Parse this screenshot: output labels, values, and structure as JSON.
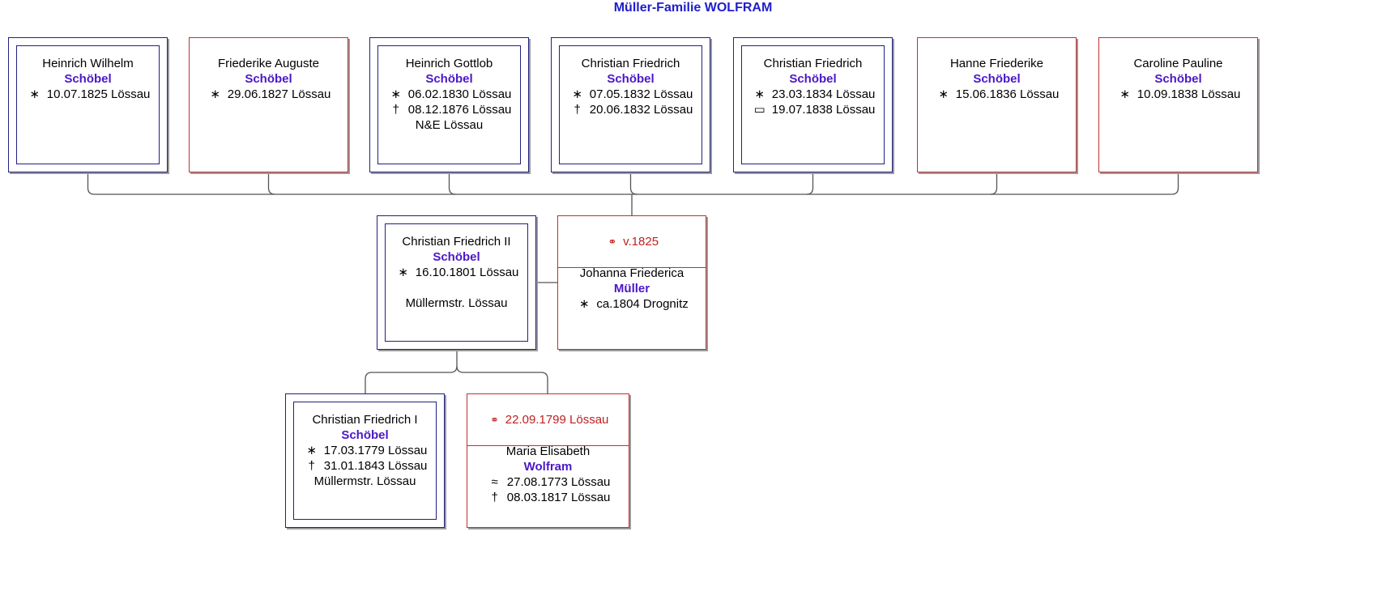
{
  "title": "Müller-Familie WOLFRAM",
  "symbols": {
    "birth": "∗",
    "death": "†",
    "baptism": "≈",
    "missing": "▭",
    "marriage": "⚭"
  },
  "children": [
    {
      "given": "Heinrich Wilhelm",
      "surname": "Schöbel",
      "sex": "male",
      "lines": [
        {
          "sym": "∗",
          "text": "10.07.1825 Lössau"
        }
      ]
    },
    {
      "given": "Friederike Auguste",
      "surname": "Schöbel",
      "sex": "female",
      "lines": [
        {
          "sym": "∗",
          "text": "29.06.1827 Lössau"
        }
      ]
    },
    {
      "given": "Heinrich Gottlob",
      "surname": "Schöbel",
      "sex": "male",
      "lines": [
        {
          "sym": "∗",
          "text": "06.02.1830 Lössau"
        },
        {
          "sym": "†",
          "text": "08.12.1876 Lössau"
        },
        {
          "sym": "",
          "text": "N&E Lössau"
        }
      ]
    },
    {
      "given": "Christian Friedrich",
      "surname": "Schöbel",
      "sex": "male",
      "lines": [
        {
          "sym": "∗",
          "text": "07.05.1832 Lössau"
        },
        {
          "sym": "†",
          "text": "20.06.1832 Lössau"
        }
      ]
    },
    {
      "given": "Christian Friedrich",
      "surname": "Schöbel",
      "sex": "male",
      "lines": [
        {
          "sym": "∗",
          "text": "23.03.1834 Lössau"
        },
        {
          "sym": "▭",
          "text": "19.07.1838 Lössau"
        }
      ]
    },
    {
      "given": "Hanne Friederike",
      "surname": "Schöbel",
      "sex": "female",
      "lines": [
        {
          "sym": "∗",
          "text": "15.06.1836 Lössau"
        }
      ]
    },
    {
      "given": "Caroline Pauline",
      "surname": "Schöbel",
      "sex": "female",
      "lines": [
        {
          "sym": "∗",
          "text": "10.09.1838 Lössau"
        }
      ]
    }
  ],
  "couple": {
    "husband": {
      "given": "Christian Friedrich II",
      "surname": "Schöbel",
      "lines": [
        {
          "sym": "∗",
          "text": "16.10.1801 Lössau"
        },
        {
          "sym": "",
          "text": ""
        },
        {
          "sym": "",
          "text": "Müllermstr. Lössau"
        }
      ]
    },
    "marriage": "v.1825",
    "wife": {
      "given": "Johanna Friederica",
      "surname": "Müller",
      "lines": [
        {
          "sym": "∗",
          "text": "ca.1804 Drognitz"
        }
      ]
    }
  },
  "parents": {
    "father": {
      "given": "Christian Friedrich I",
      "surname": "Schöbel",
      "lines": [
        {
          "sym": "∗",
          "text": "17.03.1779 Lössau"
        },
        {
          "sym": "†",
          "text": "31.01.1843 Lössau"
        },
        {
          "sym": "",
          "text": "Müllermstr. Lössau"
        }
      ]
    },
    "marriage": "22.09.1799 Lössau",
    "mother": {
      "given": "Maria Elisabeth",
      "surname": "Wolfram",
      "lines": [
        {
          "sym": "≈",
          "text": "27.08.1773 Lössau"
        },
        {
          "sym": "†",
          "text": "08.03.1817 Lössau"
        }
      ]
    }
  }
}
